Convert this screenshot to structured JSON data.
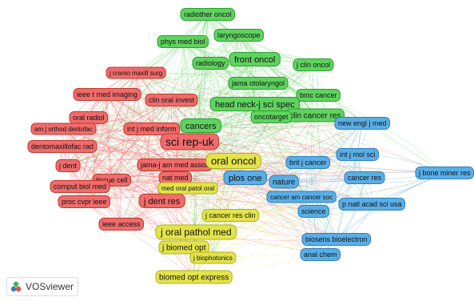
{
  "app": {
    "logo_text": "VOSviewer"
  },
  "clusters": {
    "red": {
      "fill": "#f06b6b",
      "stroke": "#c0392b",
      "edge": "#f26a6a"
    },
    "green": {
      "fill": "#5fd35f",
      "stroke": "#2e9e2e",
      "edge": "#6ad46a"
    },
    "blue": {
      "fill": "#5aaee6",
      "stroke": "#2a7fbf",
      "edge": "#7ab8e8"
    },
    "yellow": {
      "fill": "#e3e34a",
      "stroke": "#b0b020",
      "edge": "#d9d94a"
    }
  },
  "nodes": [
    {
      "label": "radiother oncol",
      "cluster": "green"
    },
    {
      "label": "phys med biol",
      "cluster": "green"
    },
    {
      "label": "laryngoscope",
      "cluster": "green"
    },
    {
      "label": "front oncol",
      "cluster": "green"
    },
    {
      "label": "radiology",
      "cluster": "green"
    },
    {
      "label": "j clin oncol",
      "cluster": "green"
    },
    {
      "label": "jama otolaryngol",
      "cluster": "green"
    },
    {
      "label": "bmc cancer",
      "cluster": "green"
    },
    {
      "label": "head neck-j sci spec",
      "cluster": "green"
    },
    {
      "label": "clin cancer res",
      "cluster": "green"
    },
    {
      "label": "oncotarget",
      "cluster": "green"
    },
    {
      "label": "cancers",
      "cluster": "green"
    },
    {
      "label": "j cranio maxill surg",
      "cluster": "red"
    },
    {
      "label": "ieee t med imaging",
      "cluster": "red"
    },
    {
      "label": "clin oral invest",
      "cluster": "red"
    },
    {
      "label": "oral radiol",
      "cluster": "red"
    },
    {
      "label": "am j orthod dentofac",
      "cluster": "red"
    },
    {
      "label": "int j med inform",
      "cluster": "red"
    },
    {
      "label": "dentomaxillofac rad",
      "cluster": "red"
    },
    {
      "label": "sci rep-uk",
      "cluster": "red"
    },
    {
      "label": "j dent",
      "cluster": "red"
    },
    {
      "label": "jama-j am med assoc",
      "cluster": "red"
    },
    {
      "label": "tissue cell",
      "cluster": "red"
    },
    {
      "label": "nat med",
      "cluster": "red"
    },
    {
      "label": "comput biol med",
      "cluster": "red"
    },
    {
      "label": "proc cvpr ieee",
      "cluster": "red"
    },
    {
      "label": "j dent res",
      "cluster": "red"
    },
    {
      "label": "ieee access",
      "cluster": "red"
    },
    {
      "label": "oral oncol",
      "cluster": "yellow"
    },
    {
      "label": "med oral patol oral",
      "cluster": "yellow"
    },
    {
      "label": "j cancer res clin",
      "cluster": "yellow"
    },
    {
      "label": "j oral pathol med",
      "cluster": "yellow"
    },
    {
      "label": "j biomed opt",
      "cluster": "yellow"
    },
    {
      "label": "j biophotonics",
      "cluster": "yellow"
    },
    {
      "label": "biomed opt express",
      "cluster": "yellow"
    },
    {
      "label": "new engl j med",
      "cluster": "blue"
    },
    {
      "label": "brit j cancer",
      "cluster": "blue"
    },
    {
      "label": "int j mol sci",
      "cluster": "blue"
    },
    {
      "label": "plos one",
      "cluster": "blue"
    },
    {
      "label": "nature",
      "cluster": "blue"
    },
    {
      "label": "cancer res",
      "cluster": "blue"
    },
    {
      "label": "j bone miner res",
      "cluster": "blue"
    },
    {
      "label": "cancer am cancer soc",
      "cluster": "blue"
    },
    {
      "label": "science",
      "cluster": "blue"
    },
    {
      "label": "p natl acad sci usa",
      "cluster": "blue"
    },
    {
      "label": "biosens bioelectron",
      "cluster": "blue"
    },
    {
      "label": "anal chem",
      "cluster": "blue"
    }
  ]
}
